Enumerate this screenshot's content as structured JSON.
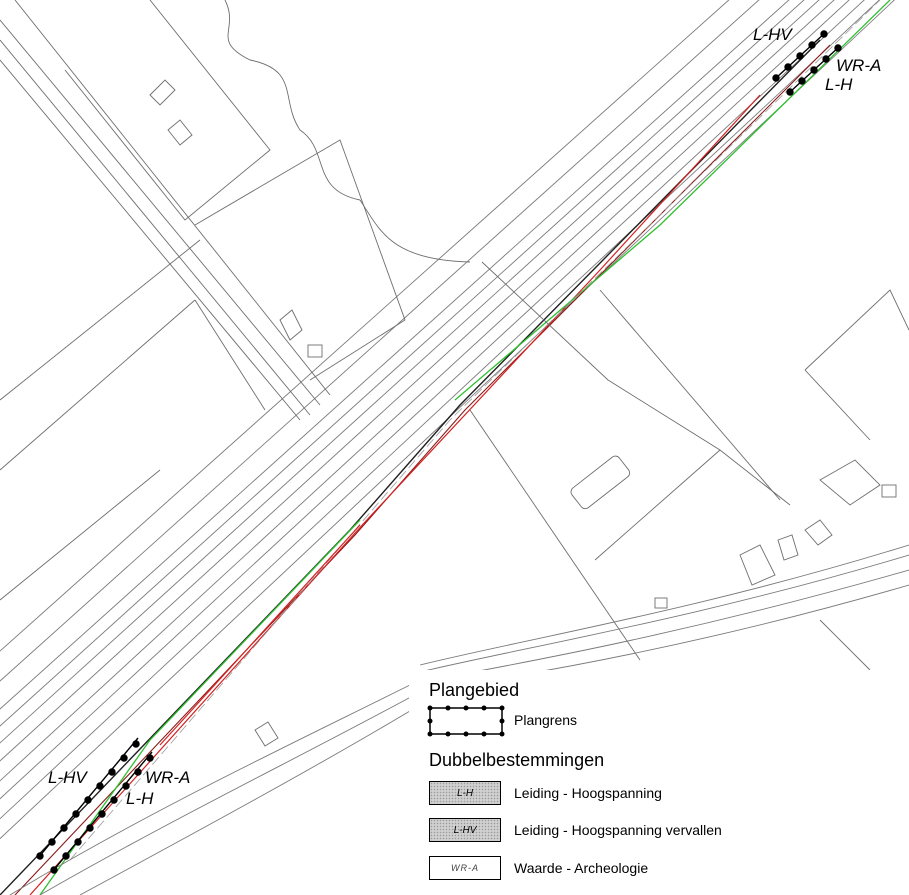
{
  "zone_labels": {
    "top_lhv": "L-HV",
    "top_wra": "WR-A",
    "top_lh": "L-H",
    "bottom_lhv": "L-HV",
    "bottom_wra": "WR-A",
    "bottom_lh": "L-H"
  },
  "legend": {
    "plangebied_title": "Plangebied",
    "plangrens_label": "Plangrens",
    "dubbel_title": "Dubbelbestemmingen",
    "items": [
      {
        "code": "L-H",
        "label": "Leiding - Hoogspanning"
      },
      {
        "code": "L-HV",
        "label": "Leiding - Hoogspanning vervallen"
      },
      {
        "code": "WR-A",
        "label": "Waarde - Archeologie"
      }
    ]
  },
  "colors": {
    "linework": "#6e6e6e",
    "plan_boundary": "#000000",
    "high_voltage_red": "#d42020",
    "high_voltage_green": "#2ec02e"
  }
}
